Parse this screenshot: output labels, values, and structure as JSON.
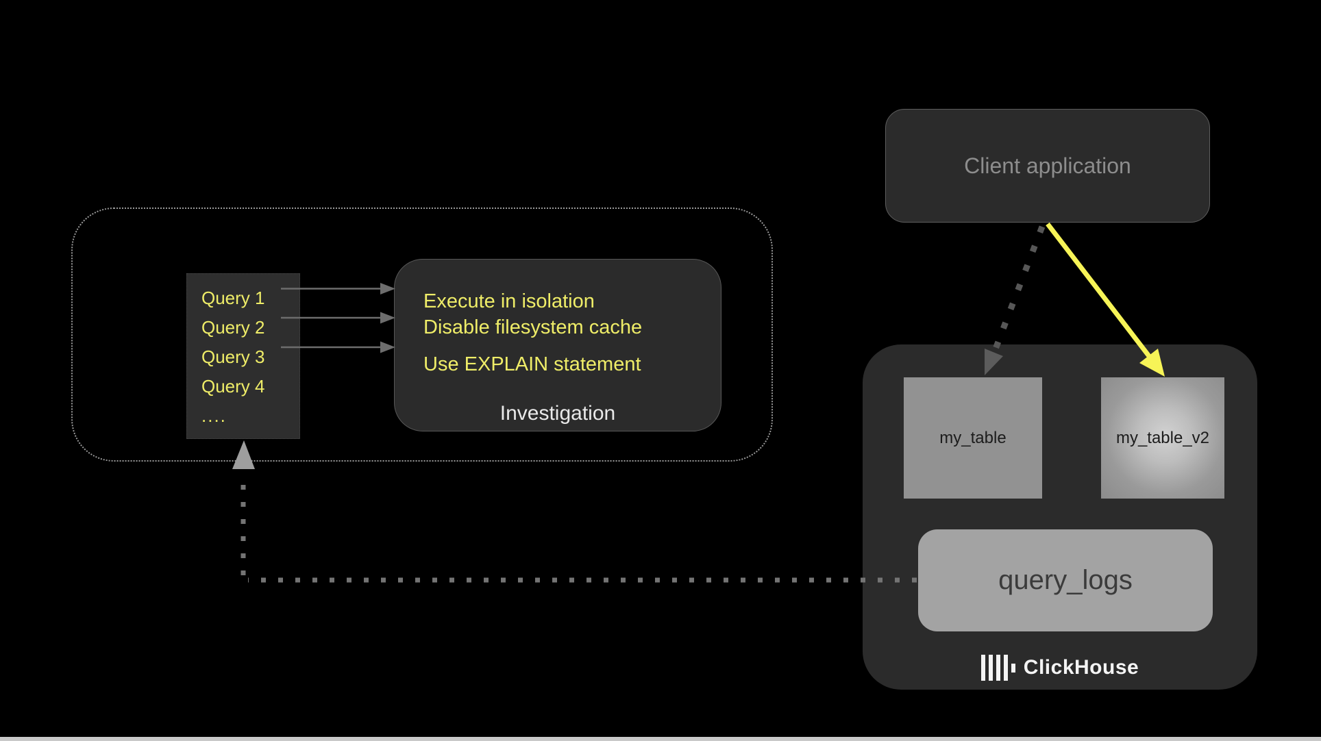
{
  "colors": {
    "background": "#000000",
    "box_dark": "#2b2b2b",
    "box_border": "#5a5a5a",
    "accent_yellow": "#efed68",
    "arrow_yellow": "#f7f457",
    "muted_text": "#8d8d8d",
    "white_text": "#e9e9e9",
    "table_gray": "#929292",
    "logs_gray": "#a3a3a3",
    "dark_label": "#1c1c1c",
    "logs_label": "#3b3b3b",
    "dot_gray": "#747474",
    "arrow_gray": "#6d6d6d"
  },
  "investigation_group": {
    "query_list": {
      "items": [
        "Query 1",
        "Query 2",
        "Query 3",
        "Query 4",
        "...."
      ]
    },
    "investigation_box": {
      "tips": [
        "Execute in isolation",
        "Disable filesystem cache",
        "Use EXPLAIN statement"
      ],
      "title": "Investigation"
    }
  },
  "client_application": {
    "label": "Client application"
  },
  "clickhouse": {
    "tables": [
      {
        "name": "my_table",
        "highlighted": false
      },
      {
        "name": "my_table_v2",
        "highlighted": true
      }
    ],
    "logs_table": {
      "label": "query_logs"
    },
    "brand": {
      "label": "ClickHouse"
    }
  }
}
